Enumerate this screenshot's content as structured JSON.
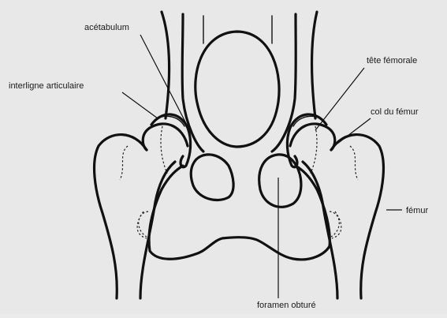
{
  "labels": {
    "acetabulum": "acétabulum",
    "interligne": "interligne articulaire",
    "tete": "tête fémorale",
    "col": "col du fémur",
    "femur": "fémur",
    "foramen": "foramen obturé"
  }
}
